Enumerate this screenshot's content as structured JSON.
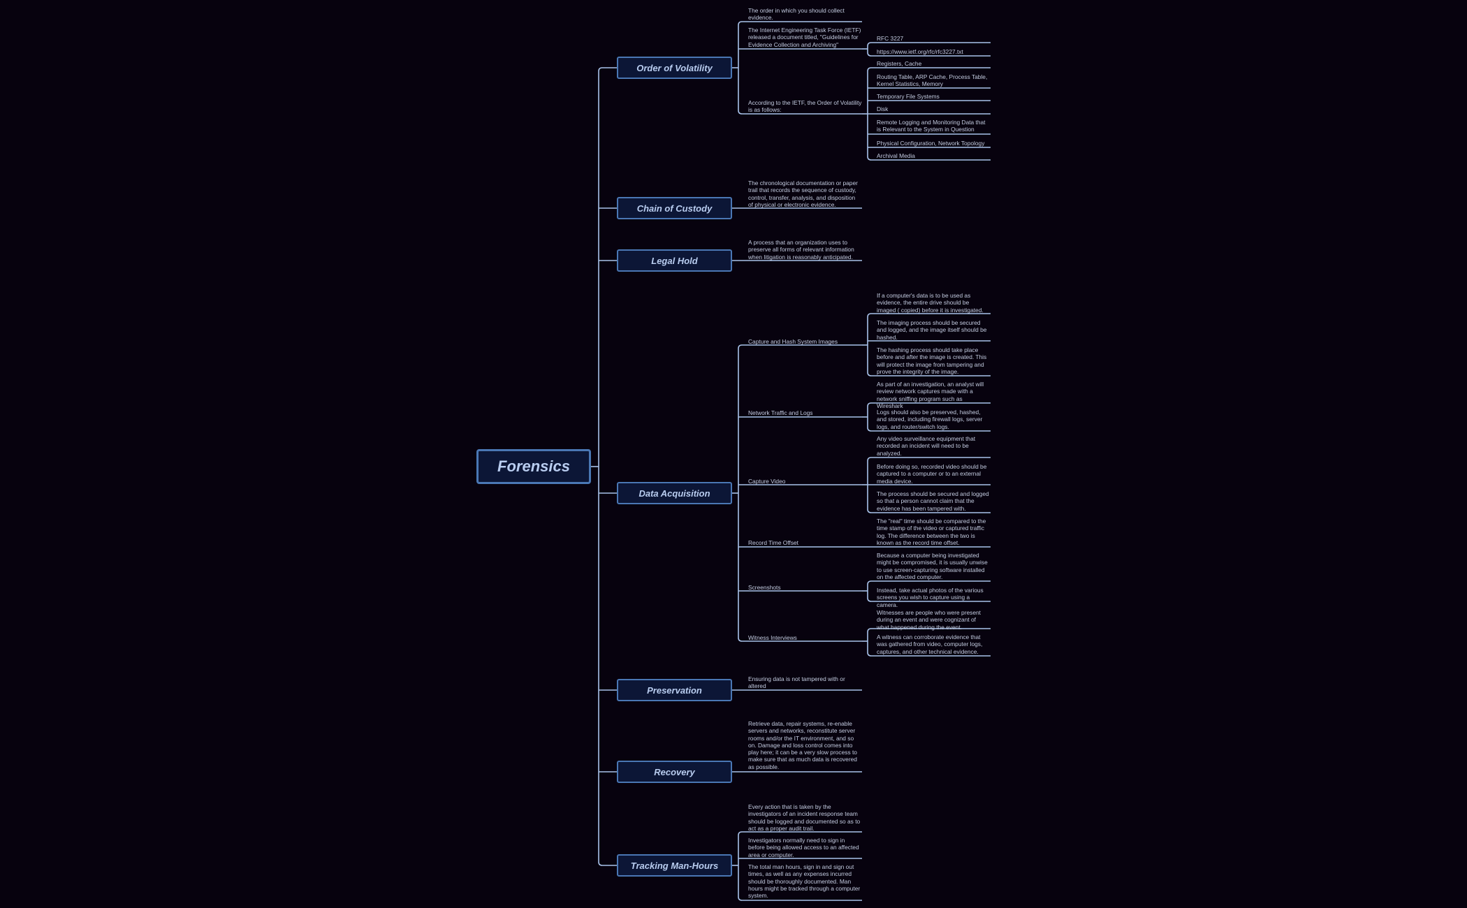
{
  "root": {
    "label": "Forensics"
  },
  "colors": {
    "background": "#07020e",
    "node_fill": "#0c1636",
    "node_border": "#4a77b4",
    "line": "#a9c3ea",
    "text": "#c3cce0"
  },
  "topics": [
    {
      "label": "Order of Volatility",
      "children": [
        {
          "text": "The order in which you should collect evidence."
        },
        {
          "text": "The Internet Engineering Task Force (IETF) released a document titled, \"Guidelines for Evidence Collection and Archiving\"",
          "children": [
            "RFC 3227",
            "https://www.ietf.org/rfc/rfc3227.txt"
          ]
        },
        {
          "text": "According to the IETF, the Order of Volatility is as follows:",
          "children": [
            "Registers, Cache",
            "Routing Table, ARP Cache, Process Table, Kernel Statistics, Memory",
            "Temporary File Systems",
            "Disk",
            "Remote Logging and Monitoring Data that is Relevant to the System in Question",
            "Physical Configuration, Network Topology",
            "Archival Media"
          ]
        }
      ]
    },
    {
      "label": "Chain of Custody",
      "children": [
        {
          "text": "The chronological documentation or paper trail that records the sequence of custody, control, transfer, analysis, and disposition of physical or electronic evidence."
        }
      ]
    },
    {
      "label": "Legal Hold",
      "children": [
        {
          "text": "A process that an organization uses to preserve all forms of relevant information when litigation is reasonably anticipated."
        }
      ]
    },
    {
      "label": "Data Acquisition",
      "children": [
        {
          "text": "Capture and Hash System Images",
          "children": [
            "If a computer's data is to be used as evidence, the entire drive should be imaged ( copied) before it is investigated.",
            "The imaging process should be secured and logged, and the image itself should be hashed.",
            "The hashing process should take place before and after the image is created. This will protect the image from tampering and prove the integrity of the image."
          ]
        },
        {
          "text": "Network Traffic and Logs",
          "children": [
            "As part of an investigation, an analyst will review network captures made with a network sniffing program such as Wireshark",
            "Logs should also be preserved, hashed, and stored, including firewall logs, server logs, and router/switch logs."
          ]
        },
        {
          "text": "Capture Video",
          "children": [
            "Any video surveillance equipment that recorded an incident will need to be analyzed.",
            "Before doing so, recorded video should be captured to a computer or to an external media device.",
            "The process should be secured and logged so that a person cannot claim that the evidence has been tampered with."
          ]
        },
        {
          "text": "Record Time Offset",
          "children": [
            "The \"real\" time should be compared to the time stamp of the video or captured traffic log. The difference between the two is known as the record time offset."
          ]
        },
        {
          "text": "Screenshots",
          "children": [
            "Because a computer being investigated might be compromised, it is usually unwise to use screen-capturing software installed on the affected computer.",
            "Instead, take actual photos of the various screens you wish to capture using a camera."
          ]
        },
        {
          "text": "Witness Interviews",
          "children": [
            "Witnesses are people who were present during an event and were cognizant of what happened during the event.",
            "A witness can corroborate evidence that was gathered from video, computer logs, captures, and other technical evidence."
          ]
        }
      ]
    },
    {
      "label": "Preservation",
      "children": [
        {
          "text": "Ensuring data is not tampered with or altered"
        }
      ]
    },
    {
      "label": "Recovery",
      "children": [
        {
          "text": "Retrieve data, repair systems, re-enable servers and networks, reconstitute server rooms and/or the IT environment, and so on. Damage and loss control comes into play here; it can be a very slow process to make sure that as much data is recovered as possible."
        }
      ]
    },
    {
      "label": "Tracking Man-Hours",
      "children": [
        {
          "text": "Every action that is taken by the investigators of an incident response team should be logged and documented so as to act as a proper audit trail."
        },
        {
          "text": "Investigators normally need to sign in before being allowed access to an affected area or computer."
        },
        {
          "text": "The total man hours, sign in and sign out times, as well as any expenses incurred should be thoroughly documented. Man hours might be tracked through a computer system."
        }
      ]
    }
  ]
}
